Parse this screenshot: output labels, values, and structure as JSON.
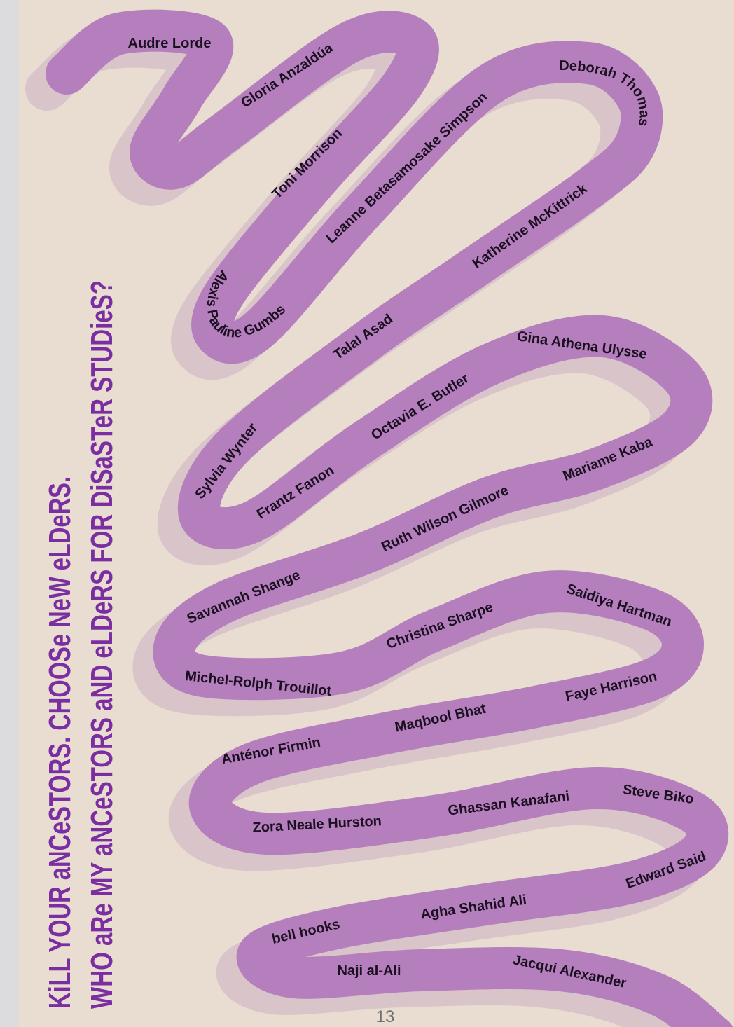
{
  "title": {
    "line1": "KiLL YOUR aNCeSTORS. CHOOSe NeW eLDeRS.",
    "line2": "WHO aRe MY aNCeSTORS aND eLDeRS FOR DiSaSTeR STUDieS?"
  },
  "colors": {
    "ribbon": "#b57fbe",
    "ribbon_shadow": "#d9c5c9",
    "title": "#7b2ea2",
    "background": "#e9dcd1"
  },
  "names": [
    "Audre Lorde",
    "Gloria Anzaldúa",
    "Toni Morrison",
    "Leanne Betasamosake Simpson",
    "Deborah Thomas",
    "Katherine McKittrick",
    "Alexis Pauline Gumbs",
    "Talal Asad",
    "Gina Athena Ulysse",
    "Octavia E. Butler",
    "Sylvia Wynter",
    "Frantz Fanon",
    "Mariame Kaba",
    "Ruth Wilson Gilmore",
    "Savannah Shange",
    "Saidiya Hartman",
    "Christina Sharpe",
    "Michel-Rolph Trouillot",
    "Faye Harrison",
    "Maqbool Bhat",
    "Anténor Firmin",
    "Zora Neale Hurston",
    "Ghassan Kanafani",
    "Steve Biko",
    "Edward Said",
    "Agha Shahid Ali",
    "bell hooks",
    "Naji al-Ali",
    "Jacqui Alexander"
  ],
  "page_number": "13"
}
